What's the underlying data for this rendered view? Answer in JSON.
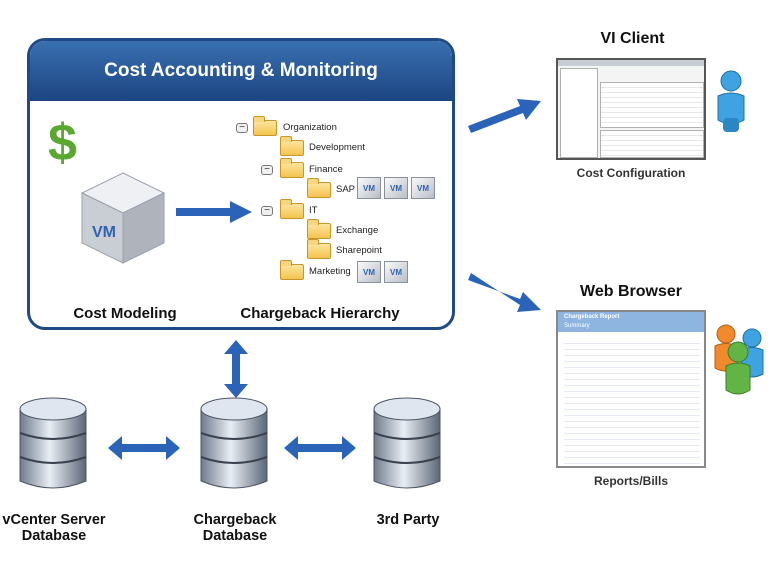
{
  "panel": {
    "title": "Cost Accounting & Monitoring"
  },
  "captions": {
    "cost_modeling": "Cost Modeling",
    "chargeback_hierarchy": "Chargeback Hierarchy"
  },
  "dollar_symbol": "$",
  "vm_label": "VM",
  "tree": {
    "organization": "Organization",
    "development": "Development",
    "finance": "Finance",
    "sap": "SAP",
    "it": "IT",
    "exchange": "Exchange",
    "sharepoint": "Sharepoint",
    "marketing": "Marketing"
  },
  "vi_client": {
    "title": "VI Client",
    "caption": "Cost Configuration"
  },
  "web_browser": {
    "title": "Web Browser",
    "caption": "Reports/Bills",
    "report_title": "Chargeback Report",
    "report_subtitle": "Summary"
  },
  "databases": {
    "vcenter": "vCenter Server Database",
    "chargeback": "Chargeback Database",
    "third_party": "3rd Party"
  },
  "colors": {
    "panel_blue": "#1f4a85",
    "arrow_blue": "#2a63b8",
    "dollar_green": "#5aa832"
  }
}
